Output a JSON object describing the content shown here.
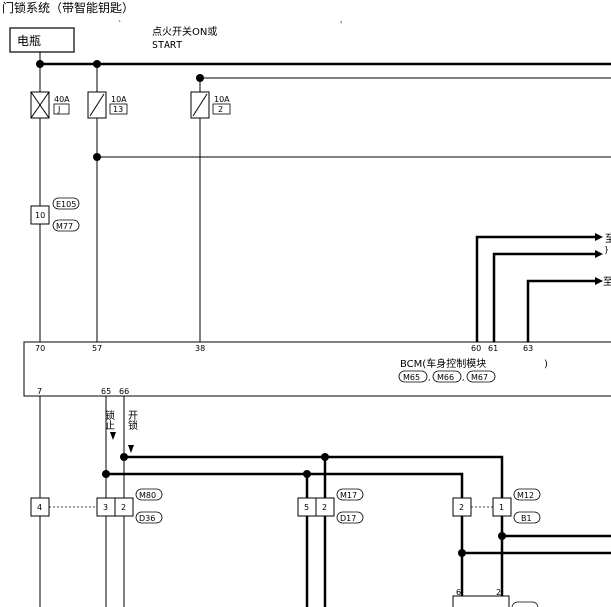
{
  "diagram": {
    "title": "门锁系统（带智能钥匙）",
    "battery_label": "电瓶",
    "ignition_label_line1": "点火开关ON或",
    "ignition_label_line2": "START",
    "fuses": [
      {
        "amp": "40A",
        "id": "J"
      },
      {
        "amp": "10A",
        "id": "13"
      },
      {
        "amp": "10A",
        "id": "2"
      }
    ],
    "connector_e": {
      "pin": "10",
      "codes": [
        "E105",
        "M77"
      ]
    },
    "arrow_labels": [
      "至",
      "至"
    ],
    "bcm": {
      "label": "BCM(车身控制模块",
      "close_paren": ")",
      "connectors": [
        "M65",
        "M66",
        "M67"
      ],
      "comma": ",",
      "top_pins": [
        "70",
        "57",
        "38",
        "60",
        "61",
        "63"
      ],
      "bottom_pins": [
        "7",
        "65",
        "66"
      ]
    },
    "lock_labels": [
      "锁止",
      "开锁"
    ],
    "connectors_bottom": [
      {
        "pins": [
          "4"
        ]
      },
      {
        "pins": [
          "3",
          "2"
        ],
        "codes": [
          "M80",
          "D36"
        ]
      },
      {
        "pins": [
          "5",
          "2"
        ],
        "codes": [
          "M17",
          "D17"
        ]
      },
      {
        "pins": [
          "2",
          "1"
        ],
        "codes": [
          "M12",
          "B1"
        ]
      }
    ],
    "bottom_box_pins": [
      "6",
      "2"
    ]
  }
}
